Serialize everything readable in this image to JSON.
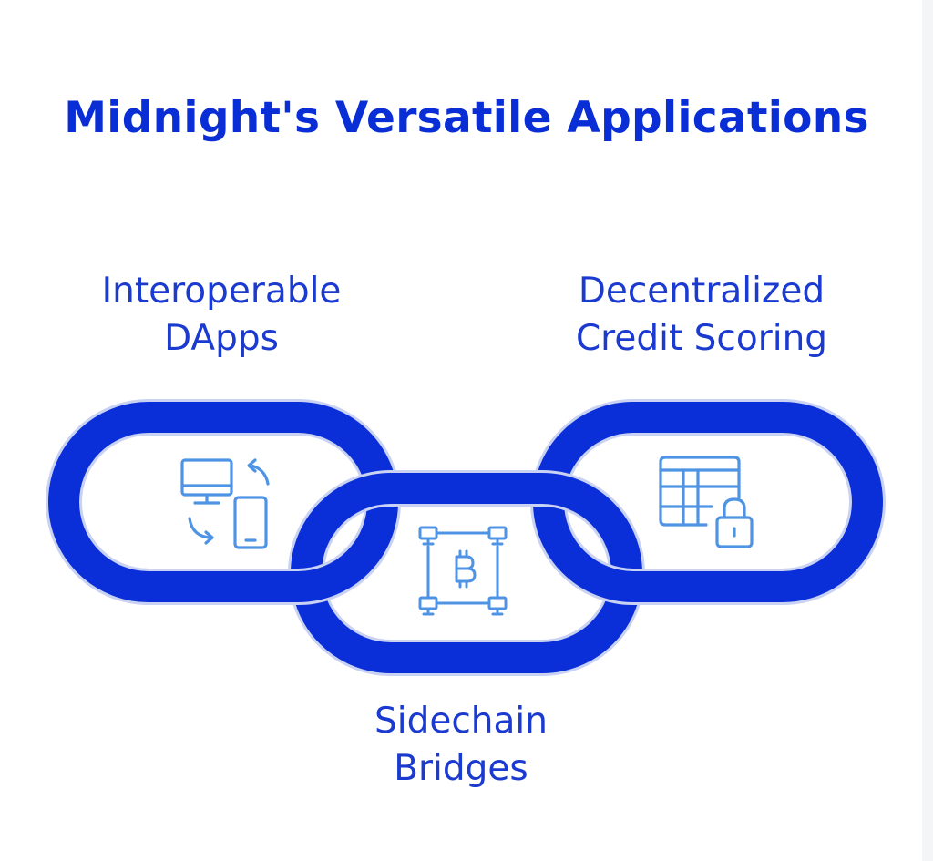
{
  "title": "Midnight's Versatile Applications",
  "applications": [
    {
      "id": "interoperable-dapps",
      "lines": [
        "Interoperable",
        "DApps"
      ],
      "icon": "desktop-mobile-sync-icon"
    },
    {
      "id": "decentralized-credit-scoring",
      "lines": [
        "Decentralized",
        "Credit Scoring"
      ],
      "icon": "table-lock-icon"
    },
    {
      "id": "sidechain-bridges",
      "lines": [
        "Sidechain",
        "Bridges"
      ],
      "icon": "bitcoin-network-icon"
    }
  ],
  "colors": {
    "title": "#0a2ed6",
    "chain": "#0a2fd8",
    "chain_outline": "#c9d2f2",
    "label": "#1a3ad0",
    "icon": "#4f93e4"
  }
}
